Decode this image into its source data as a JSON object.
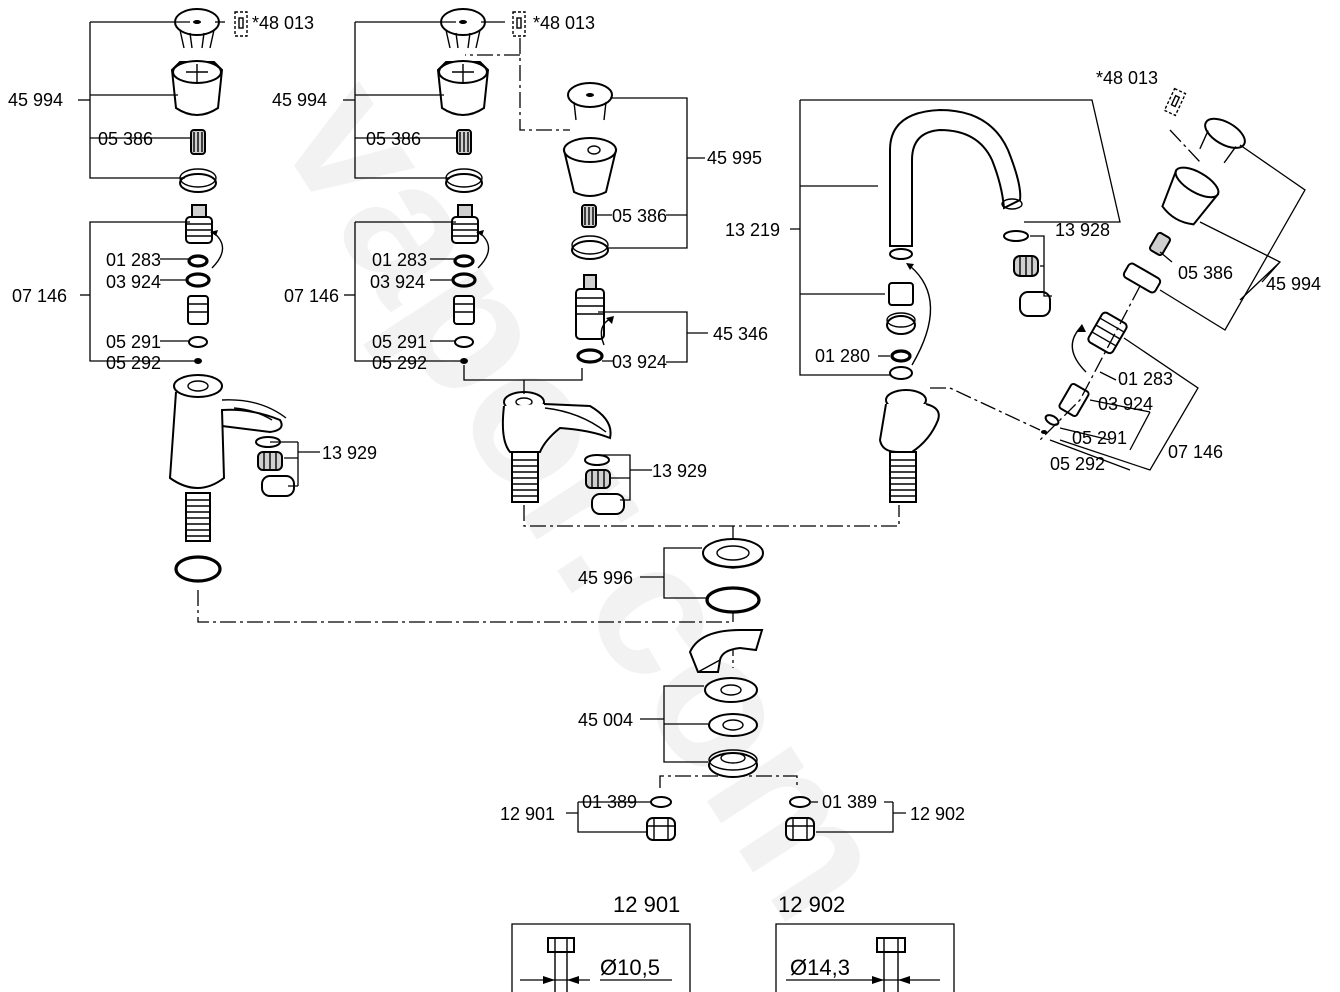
{
  "watermark": "vapor.com",
  "labels": {
    "l01": "*48 013",
    "l02": "45 994",
    "l03": "05 386",
    "l04": "01 283",
    "l05": "03 924",
    "l06": "07 146",
    "l07": "05 291",
    "l08": "05 292",
    "l09": "13 929",
    "l10": "*48 013",
    "l11": "45 994",
    "l12": "05 386",
    "l13": "01 283",
    "l14": "03 924",
    "l15": "07 146",
    "l16": "05 291",
    "l17": "05 292",
    "l18": "45 995",
    "l19": "05 386",
    "l20": "45 346",
    "l21": "03 924",
    "l22": "13 929",
    "l23": "13 219",
    "l24": "13 928",
    "l25": "01 280",
    "l26": "*48 013",
    "l27": "05 386",
    "l28": "45 994",
    "l29": "01 283",
    "l30": "03 924",
    "l31": "05 291",
    "l32": "07 146",
    "l33": "05 292",
    "l34": "45 996",
    "l35": "45 004",
    "l36": "12 901",
    "l37": "01 389",
    "l38": "01 389",
    "l39": "12 902"
  },
  "detail_boxes": {
    "left": {
      "title": "12 901",
      "dimension": "Ø10,5"
    },
    "right": {
      "title": "12 902",
      "dimension": "Ø14,3"
    }
  }
}
